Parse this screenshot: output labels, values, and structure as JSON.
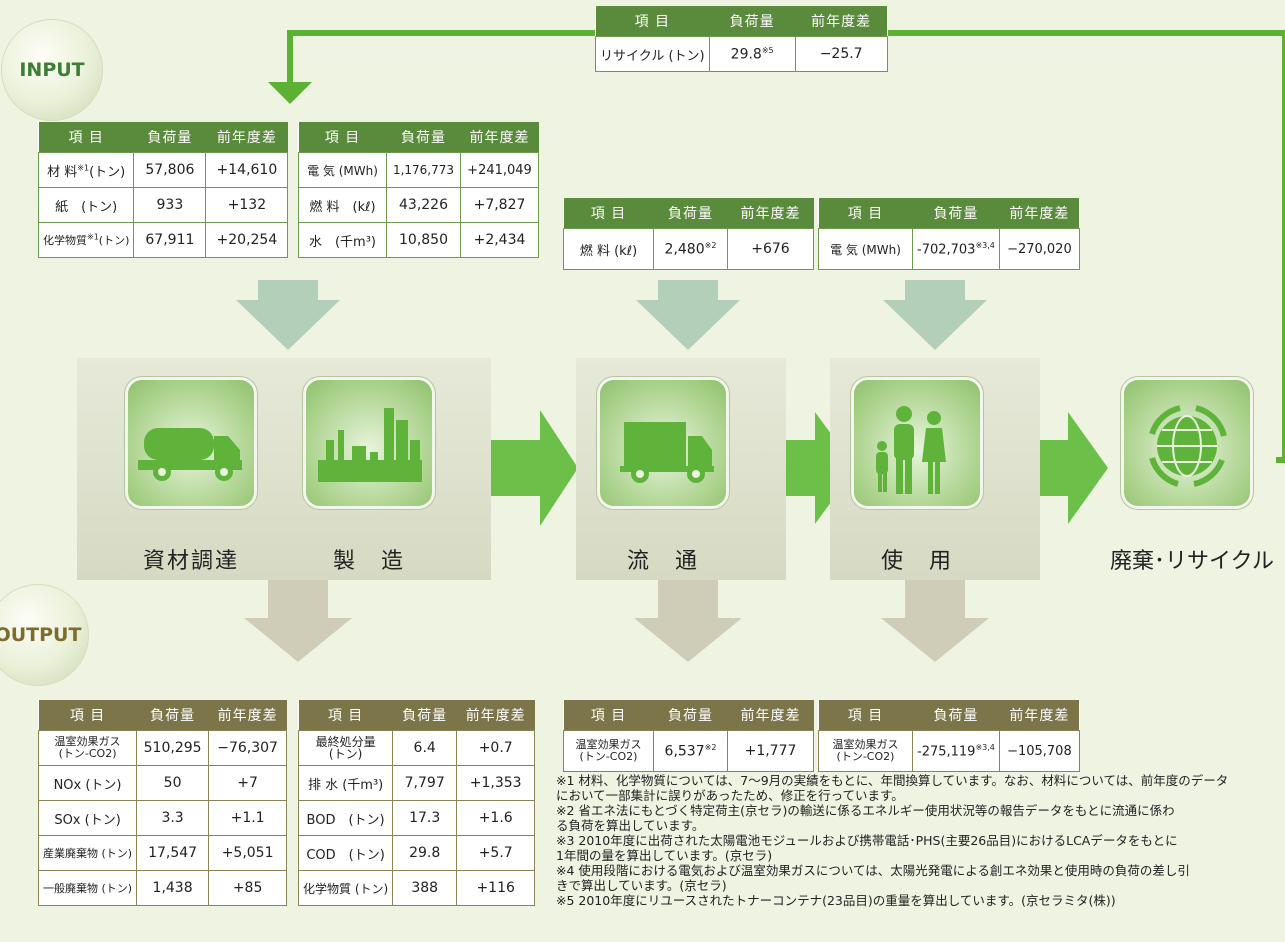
{
  "labels": {
    "input": "INPUT",
    "output": "OUTPUT"
  },
  "headers": {
    "item": "項 目",
    "load": "負荷量",
    "diff": "前年度差"
  },
  "recycle_table": {
    "rows": [
      {
        "label": "リサイクル (トン)",
        "value": "29.8",
        "note": "※5",
        "diff": "−25.7"
      }
    ]
  },
  "input_tables": {
    "procurement": {
      "rows": [
        {
          "label": "材 料",
          "note": "※1",
          "unit": "(トン)",
          "value": "57,806",
          "diff": "+14,610"
        },
        {
          "label": "紙　(トン)",
          "value": "933",
          "diff": "+132"
        },
        {
          "label": "化学物質",
          "note": "※1",
          "unit": "(トン)",
          "value": "67,911",
          "diff": "+20,254"
        }
      ]
    },
    "manufacturing": {
      "rows": [
        {
          "label": "電 気 (MWh)",
          "value": "1,176,773",
          "diff": "+241,049"
        },
        {
          "label": "燃 料　(kℓ)",
          "value": "43,226",
          "diff": "+7,827"
        },
        {
          "label": "水　(千m³)",
          "value": "10,850",
          "diff": "+2,434"
        }
      ]
    },
    "distribution": {
      "rows": [
        {
          "label": "燃 料 (kℓ)",
          "value": "2,480",
          "note": "※2",
          "diff": "+676"
        }
      ]
    },
    "use": {
      "rows": [
        {
          "label": "電 気 (MWh)",
          "value": "-702,703",
          "note": "※3,4",
          "diff": "−270,020"
        }
      ]
    }
  },
  "stages": [
    {
      "name": "資材調達",
      "icon": "truck-icon"
    },
    {
      "name": "製　造",
      "icon": "factory-icon"
    },
    {
      "name": "流　通",
      "icon": "delivery-truck-icon"
    },
    {
      "name": "使　用",
      "icon": "family-icon"
    },
    {
      "name": "廃棄･リサイクル",
      "icon": "globe-recycle-icon"
    }
  ],
  "output_tables": {
    "procurement": {
      "rows": [
        {
          "label": "温室効果ガス\n(トン-CO2)",
          "value": "510,295",
          "diff": "−76,307"
        },
        {
          "label": "NOx (トン)",
          "value": "50",
          "diff": "+7"
        },
        {
          "label": "SOx (トン)",
          "value": "3.3",
          "diff": "+1.1"
        },
        {
          "label": "産業廃棄物 (トン)",
          "value": "17,547",
          "diff": "+5,051"
        },
        {
          "label": "一般廃棄物 (トン)",
          "value": "1,438",
          "diff": "+85"
        }
      ]
    },
    "manufacturing": {
      "rows": [
        {
          "label": "最終処分量\n(トン)",
          "value": "6.4",
          "diff": "+0.7"
        },
        {
          "label": "排 水 (千m³)",
          "value": "7,797",
          "diff": "+1,353"
        },
        {
          "label": "BOD　(トン)",
          "value": "17.3",
          "diff": "+1.6"
        },
        {
          "label": "COD　(トン)",
          "value": "29.8",
          "diff": "+5.7"
        },
        {
          "label": "化学物質 (トン)",
          "value": "388",
          "diff": "+116"
        }
      ]
    },
    "distribution": {
      "rows": [
        {
          "label": "温室効果ガス\n(トン-CO2)",
          "value": "6,537",
          "note": "※2",
          "diff": "+1,777"
        }
      ]
    },
    "use": {
      "rows": [
        {
          "label": "温室効果ガス\n(トン-CO2)",
          "value": "-275,119",
          "note": "※3,4",
          "diff": "−105,708"
        }
      ]
    }
  },
  "notes": [
    "※1  材料、化学物質については、7～9月の実績をもとに、年間換算しています。なお、材料については、前年度のデータ",
    "      において一部集計に誤りがあったため、修正を行っています。",
    "※2  省エネ法にもとづく特定荷主(京セラ)の輸送に係るエネルギー使用状況等の報告データをもとに流通に係わ",
    "      る負荷を算出しています。",
    "※3  2010年度に出荷された太陽電池モジュールおよび携帯電話･PHS(主要26品目)におけるLCAデータをもとに",
    "      1年間の量を算出しています。(京セラ)",
    "※4  使用段階における電気および温室効果ガスについては、太陽光発電による創エネ効果と使用時の負荷の差し引",
    "      きで算出しています。(京セラ)",
    "※5  2010年度にリユースされたトナーコンテナ(23品目)の重量を算出しています。(京セラミタ(株))"
  ]
}
